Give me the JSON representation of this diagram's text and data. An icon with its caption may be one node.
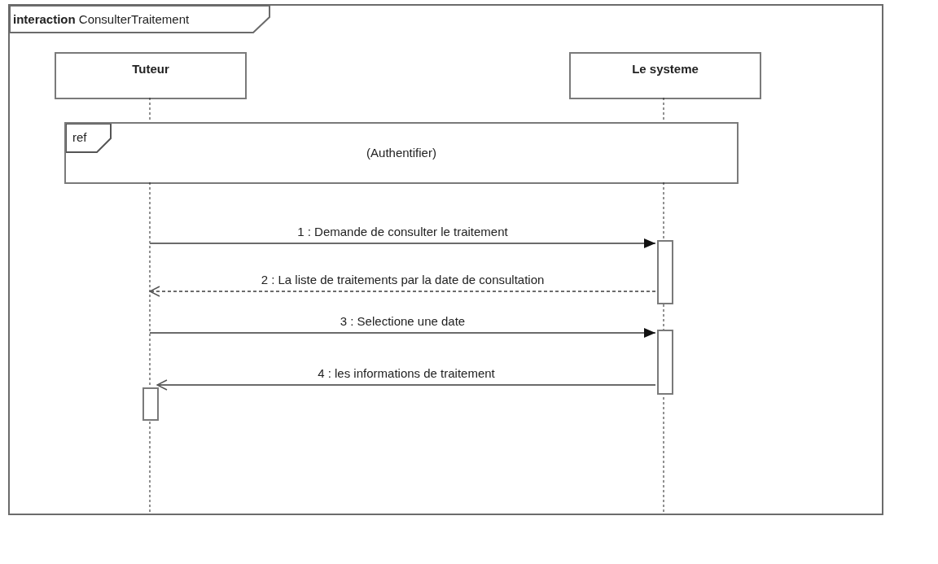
{
  "diagram": {
    "nodes": [
      {
        "text": [
          "**interaction** ConsulterTraitement"
        ]
      },
      {
        "text": [
          "Tuteur"
        ],
        "in": 0
      },
      {
        "text": [
          "Le systeme"
        ],
        "in": 0
      },
      {
        "text": [
          "ref",
          "(Authentifier)"
        ],
        "in": 0
      },
      {
        "text": [],
        "shape": "bar",
        "in": 0
      },
      {
        "text": [],
        "shape": "bar",
        "in": 0
      },
      {
        "text": [],
        "shape": "bar",
        "in": 0
      }
    ],
    "edges": [
      {
        "from": null,
        "to": 4,
        "arrow": "to",
        "label": "1 : Demande de consulter le traitement"
      },
      {
        "from": 4,
        "to": null,
        "arrow": "to",
        "label": "2 : La liste de traitements par la date de consultation",
        "style": "dashed"
      },
      {
        "from": null,
        "to": 5,
        "arrow": "to",
        "label": "3 : Selectione une date"
      },
      {
        "from": 5,
        "to": 6,
        "arrow": "to",
        "label": "4 : les informations de traitement"
      },
      {
        "from": 1,
        "to": 3,
        "arrow": "none",
        "style": "dashed"
      },
      {
        "from": 2,
        "to": 3,
        "arrow": "none",
        "style": "dashed"
      }
    ]
  }
}
